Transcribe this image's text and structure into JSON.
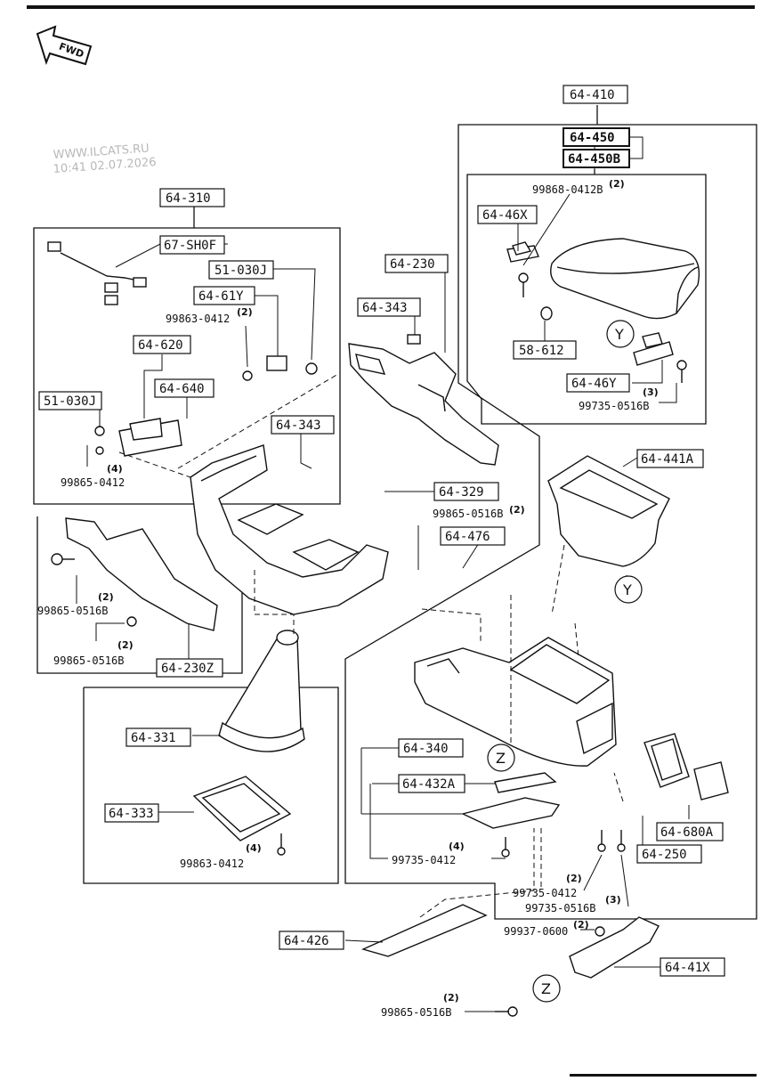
{
  "watermark": {
    "site": "WWW.ILCATS.RU",
    "datetime": "10:41 02.07.2026"
  },
  "direction_label": "FWD",
  "callouts": [
    {
      "id": "c_64_410",
      "text": "64-410"
    },
    {
      "id": "c_64_450",
      "text": "64-450"
    },
    {
      "id": "c_64_450b",
      "text": "64-450B"
    },
    {
      "id": "c_64_46x",
      "text": "64-46X"
    },
    {
      "id": "c_58_612",
      "text": "58-612"
    },
    {
      "id": "c_64_46y",
      "text": "64-46Y"
    },
    {
      "id": "c_64_310",
      "text": "64-310"
    },
    {
      "id": "c_67_sh0f",
      "text": "67-SH0F"
    },
    {
      "id": "c_51_030j_a",
      "text": "51-030J"
    },
    {
      "id": "c_64_61y",
      "text": "64-61Y"
    },
    {
      "id": "c_64_620",
      "text": "64-620"
    },
    {
      "id": "c_64_640",
      "text": "64-640"
    },
    {
      "id": "c_51_030j_b",
      "text": "51-030J"
    },
    {
      "id": "c_64_230",
      "text": "64-230"
    },
    {
      "id": "c_64_343_a",
      "text": "64-343"
    },
    {
      "id": "c_64_343_b",
      "text": "64-343"
    },
    {
      "id": "c_64_329",
      "text": "64-329"
    },
    {
      "id": "c_64_476",
      "text": "64-476"
    },
    {
      "id": "c_64_441a",
      "text": "64-441A"
    },
    {
      "id": "c_64_230z",
      "text": "64-230Z"
    },
    {
      "id": "c_64_331",
      "text": "64-331"
    },
    {
      "id": "c_64_333",
      "text": "64-333"
    },
    {
      "id": "c_64_340",
      "text": "64-340"
    },
    {
      "id": "c_64_432a",
      "text": "64-432A"
    },
    {
      "id": "c_64_680a",
      "text": "64-680A"
    },
    {
      "id": "c_64_250",
      "text": "64-250"
    },
    {
      "id": "c_64_426",
      "text": "64-426"
    },
    {
      "id": "c_64_41x",
      "text": "64-41X"
    }
  ],
  "part_numbers": [
    {
      "id": "p1",
      "text": "99868-0412B"
    },
    {
      "id": "p2",
      "text": "99735-0516B"
    },
    {
      "id": "p3",
      "text": "99863-0412"
    },
    {
      "id": "p4",
      "text": "99865-0412"
    },
    {
      "id": "p5",
      "text": "99865-0516B"
    },
    {
      "id": "p6",
      "text": "99865-0516B"
    },
    {
      "id": "p7",
      "text": "99865-0516B"
    },
    {
      "id": "p8",
      "text": "99863-0412"
    },
    {
      "id": "p9",
      "text": "99735-0412"
    },
    {
      "id": "p10",
      "text": "99735-0412"
    },
    {
      "id": "p11",
      "text": "99735-0516B"
    },
    {
      "id": "p12",
      "text": "99937-0600"
    },
    {
      "id": "p13",
      "text": "99865-0516B"
    }
  ],
  "quantities": [
    {
      "id": "q1",
      "text": "(2)"
    },
    {
      "id": "q2",
      "text": "(3)"
    },
    {
      "id": "q3",
      "text": "(2)"
    },
    {
      "id": "q4",
      "text": "(4)"
    },
    {
      "id": "q5",
      "text": "(2)"
    },
    {
      "id": "q6",
      "text": "(2)"
    },
    {
      "id": "q7",
      "text": "(2)"
    },
    {
      "id": "q8",
      "text": "(4)"
    },
    {
      "id": "q9",
      "text": "(4)"
    },
    {
      "id": "q10",
      "text": "(2)"
    },
    {
      "id": "q11",
      "text": "(3)"
    },
    {
      "id": "q12",
      "text": "(2)"
    },
    {
      "id": "q13",
      "text": "(2)"
    }
  ],
  "view_markers": [
    {
      "id": "y1",
      "text": "Y"
    },
    {
      "id": "y2",
      "text": "Y"
    },
    {
      "id": "z1",
      "text": "Z"
    },
    {
      "id": "z2",
      "text": "Z"
    }
  ],
  "colors": {
    "ink": "#111111",
    "watermark": "#b8b8b8",
    "background": "#ffffff"
  }
}
